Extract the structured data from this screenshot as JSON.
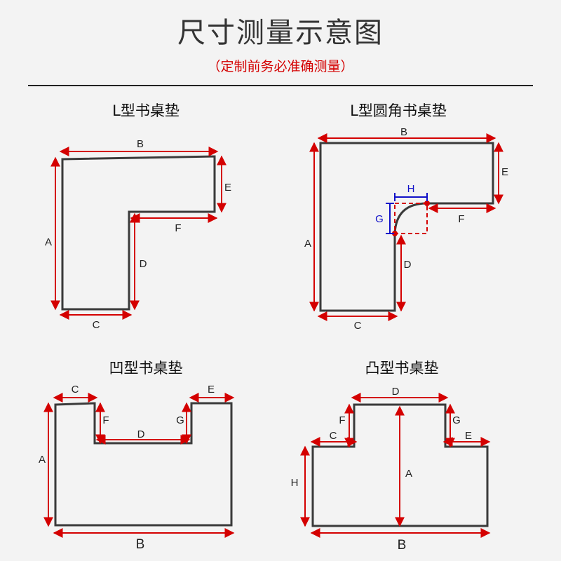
{
  "header": {
    "title": "尺寸测量示意图",
    "subtitle": "（定制前务必准确测量）"
  },
  "colors": {
    "accent": "#d40000",
    "blue": "#1010c8",
    "outline": "#3a3a3a"
  },
  "panels": {
    "l_shape": {
      "title": "L型书桌垫",
      "labels": {
        "a": "A",
        "b": "B",
        "c": "C",
        "d": "D",
        "e": "E",
        "f": "F"
      }
    },
    "l_round": {
      "title": "L型圆角书桌垫",
      "labels": {
        "a": "A",
        "b": "B",
        "c": "C",
        "d": "D",
        "e": "E",
        "f": "F",
        "g": "G",
        "h": "H"
      }
    },
    "concave": {
      "title": "凹型书桌垫",
      "labels": {
        "a": "A",
        "b": "B",
        "c": "C",
        "d": "D",
        "e": "E",
        "f": "F",
        "g": "G"
      }
    },
    "convex": {
      "title": "凸型书桌垫",
      "labels": {
        "a": "A",
        "b": "B",
        "c": "C",
        "d": "D",
        "e": "E",
        "f": "F",
        "g": "G",
        "h": "H"
      }
    }
  }
}
